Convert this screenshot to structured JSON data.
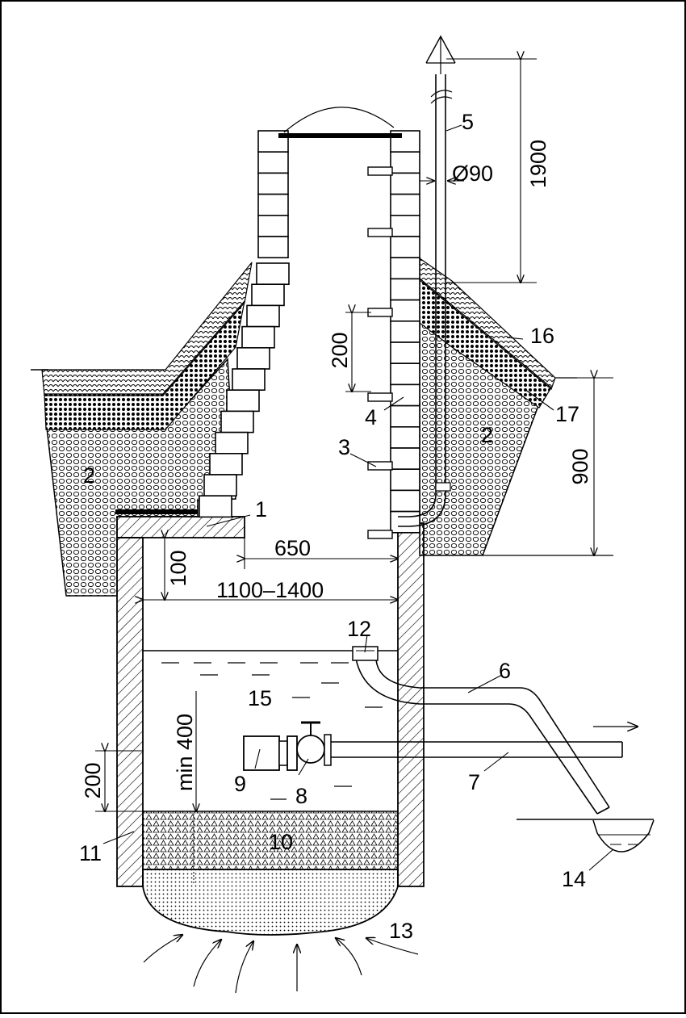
{
  "diagram": {
    "dimensions": {
      "riser_pipe_height": "1900",
      "pipe_diameter": "Ø90",
      "step_spacing": "200",
      "mound_height": "900",
      "neck_width": "650",
      "slab_thickness": "100",
      "well_width": "1100–1400",
      "pump_height": "200",
      "min_water_depth": "min 400"
    },
    "callouts": {
      "c1": "1",
      "c2a": "2",
      "c2b": "2",
      "c3": "3",
      "c4": "4",
      "c5": "5",
      "c6": "6",
      "c7": "7",
      "c8": "8",
      "c9": "9",
      "c10": "10",
      "c11": "11",
      "c12": "12",
      "c13": "13",
      "c14": "14",
      "c15": "15",
      "c16": "16",
      "c17": "17"
    },
    "colors": {
      "ink": "#000000",
      "paper": "#ffffff"
    }
  }
}
